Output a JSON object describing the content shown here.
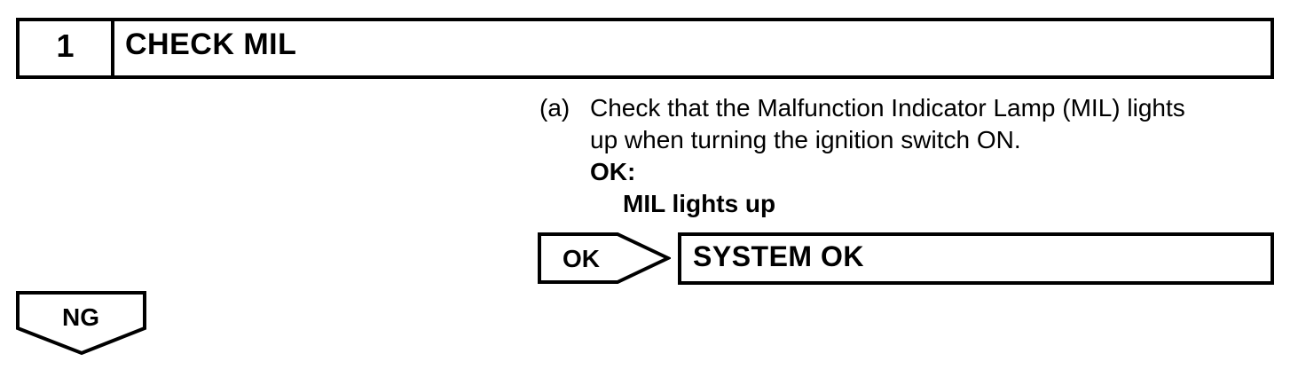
{
  "page": {
    "background_color": "#ffffff",
    "foreground_color": "#000000"
  },
  "step_header": {
    "number": "1",
    "title": "CHECK MIL"
  },
  "instruction": {
    "item_label": "(a)",
    "line1": "Check that the Malfunction Indicator Lamp (MIL) lights",
    "line2": "up when turning the ignition switch ON.",
    "ok_heading": "OK:",
    "ok_condition": "MIL lights up"
  },
  "ok_branch": {
    "connector_label": "OK",
    "result": "SYSTEM OK"
  },
  "ng_branch": {
    "connector_label": "NG"
  }
}
